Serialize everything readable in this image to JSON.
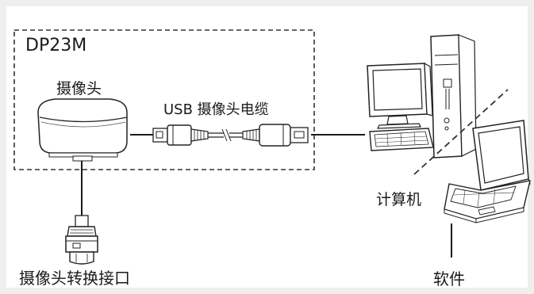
{
  "diagram": {
    "box_title": "DP23M",
    "camera_label": "摄像头",
    "cable_label": "USB 摄像头电缆",
    "computer_label": "计算机",
    "adapter_label": "摄像头转换接口",
    "software_label": "软件"
  },
  "icons": [
    "camera-icon",
    "usb-cable-icon",
    "desktop-computer-icon",
    "laptop-icon",
    "camera-adapter-icon"
  ],
  "colors": {
    "background": "#efefef",
    "line": "#1a1a1a",
    "dashed_border": "#333333"
  }
}
